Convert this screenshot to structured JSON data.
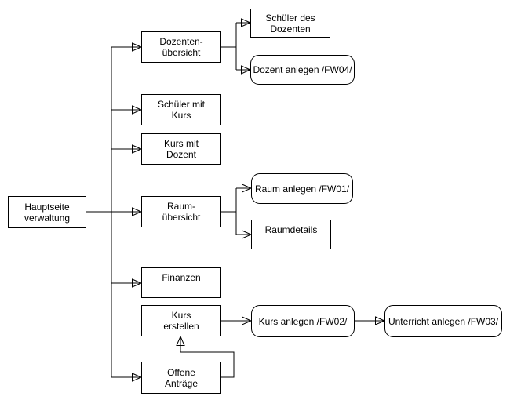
{
  "diagram": {
    "type": "flowchart-sitemap",
    "colors": {
      "stroke": "#000000",
      "node_fill": "#ffffff",
      "text": "#000000",
      "background": "#ffffff"
    },
    "arrow_style": "open-triangle",
    "nodes": {
      "hauptseite_verwaltung": {
        "label": "Hauptseite\nverwaltung",
        "shape": "rectangle"
      },
      "dozenten_uebersicht": {
        "label": "Dozenten-\nübersicht",
        "shape": "rectangle"
      },
      "schueler_mit_kurs": {
        "label": "Schüler mit\nKurs",
        "shape": "rectangle"
      },
      "kurs_mit_dozent": {
        "label": "Kurs mit\nDozent",
        "shape": "rectangle"
      },
      "raum_uebersicht": {
        "label": "Raum-\nübersicht",
        "shape": "rectangle"
      },
      "finanzen": {
        "label": "Finanzen",
        "shape": "rectangle"
      },
      "kurs_erstellen": {
        "label": "Kurs\nerstellen",
        "shape": "rectangle"
      },
      "offene_antraege": {
        "label": "Offene\nAnträge",
        "shape": "rectangle"
      },
      "schueler_des_dozenten": {
        "label": "Schüler des\nDozenten",
        "shape": "rectangle"
      },
      "dozent_anlegen_fw04": {
        "label": "Dozent anlegen /FW04/",
        "shape": "rounded-rectangle"
      },
      "raum_anlegen_fw01": {
        "label": "Raum anlegen /FW01/",
        "shape": "rounded-rectangle"
      },
      "raumdetails": {
        "label": "Raumdetails",
        "shape": "rectangle"
      },
      "kurs_anlegen_fw02": {
        "label": "Kurs anlegen /FW02/",
        "shape": "rounded-rectangle"
      },
      "unterricht_anlegen_fw03": {
        "label": "Unterricht anlegen /FW03/",
        "shape": "rounded-rectangle"
      }
    },
    "edges": [
      {
        "from": "hauptseite_verwaltung",
        "to": "dozenten_uebersicht"
      },
      {
        "from": "hauptseite_verwaltung",
        "to": "schueler_mit_kurs"
      },
      {
        "from": "hauptseite_verwaltung",
        "to": "kurs_mit_dozent"
      },
      {
        "from": "hauptseite_verwaltung",
        "to": "raum_uebersicht"
      },
      {
        "from": "hauptseite_verwaltung",
        "to": "finanzen"
      },
      {
        "from": "hauptseite_verwaltung",
        "to": "offene_antraege"
      },
      {
        "from": "dozenten_uebersicht",
        "to": "schueler_des_dozenten"
      },
      {
        "from": "dozenten_uebersicht",
        "to": "dozent_anlegen_fw04"
      },
      {
        "from": "raum_uebersicht",
        "to": "raum_anlegen_fw01"
      },
      {
        "from": "raum_uebersicht",
        "to": "raumdetails"
      },
      {
        "from": "kurs_erstellen",
        "to": "kurs_anlegen_fw02"
      },
      {
        "from": "kurs_anlegen_fw02",
        "to": "unterricht_anlegen_fw03"
      },
      {
        "from": "offene_antraege",
        "to": "kurs_erstellen"
      }
    ]
  }
}
